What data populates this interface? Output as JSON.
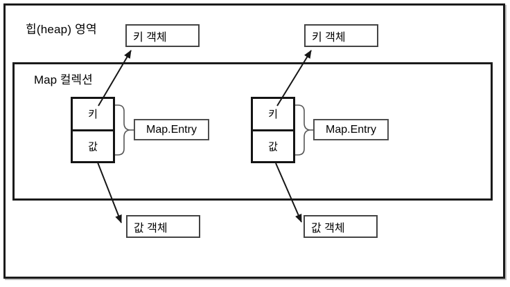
{
  "diagram": {
    "heap_region_label": "힙(heap) 영역",
    "map_collection_label": "Map 컬렉션",
    "entries": [
      {
        "key_label": "키",
        "value_label": "값",
        "map_entry_label": "Map.Entry",
        "key_object_label": "키 객체",
        "value_object_label": "값 객체"
      },
      {
        "key_label": "키",
        "value_label": "값",
        "map_entry_label": "Map.Entry",
        "key_object_label": "키 객체",
        "value_object_label": "값 객체"
      }
    ],
    "colors": {
      "thick_border": "#1b1b1b",
      "thin_border": "#4f4f4f",
      "arrow_line": "#161616",
      "background": "#ffffff",
      "text": "#000000"
    }
  }
}
